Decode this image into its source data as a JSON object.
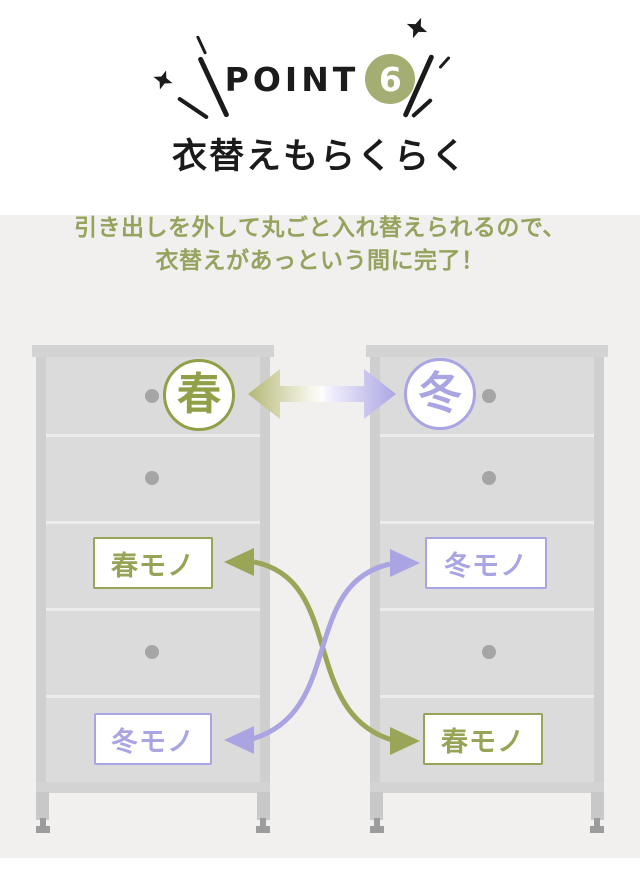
{
  "header": {
    "point_label": "POINT",
    "point_number": "6",
    "title": "衣替えもらくらく"
  },
  "description": {
    "line1": "引き出しを外して丸ごと入れ替えられるので、",
    "line2": "衣替えがあっという間に完了！"
  },
  "illustration": {
    "left_chest": {
      "season": "春",
      "middle_drawer_label": "春モノ",
      "bottom_drawer_label": "冬モノ"
    },
    "right_chest": {
      "season": "冬",
      "middle_drawer_label": "冬モノ",
      "bottom_drawer_label": "春モノ"
    }
  },
  "icons": {
    "sparkle": "four-point-star",
    "speed_line": "diagonal-slash",
    "drawer_knob": "gray-dot",
    "swap_arrow": "double-headed-gradient-arrow",
    "spring_swap_curve": "s-curve-double-arrow",
    "winter_swap_curve": "s-curve-double-arrow"
  },
  "colors": {
    "olive_accent": "#97a457",
    "olive_badge": "#a4ad72",
    "purple_accent": "#a9a4e2",
    "heading_text": "#1b1b1b",
    "description_text": "#96a35e",
    "section_background": "#f1f0ee",
    "drawer_front": "#dbdbdb",
    "chest_frame": "#cfcfcf"
  }
}
